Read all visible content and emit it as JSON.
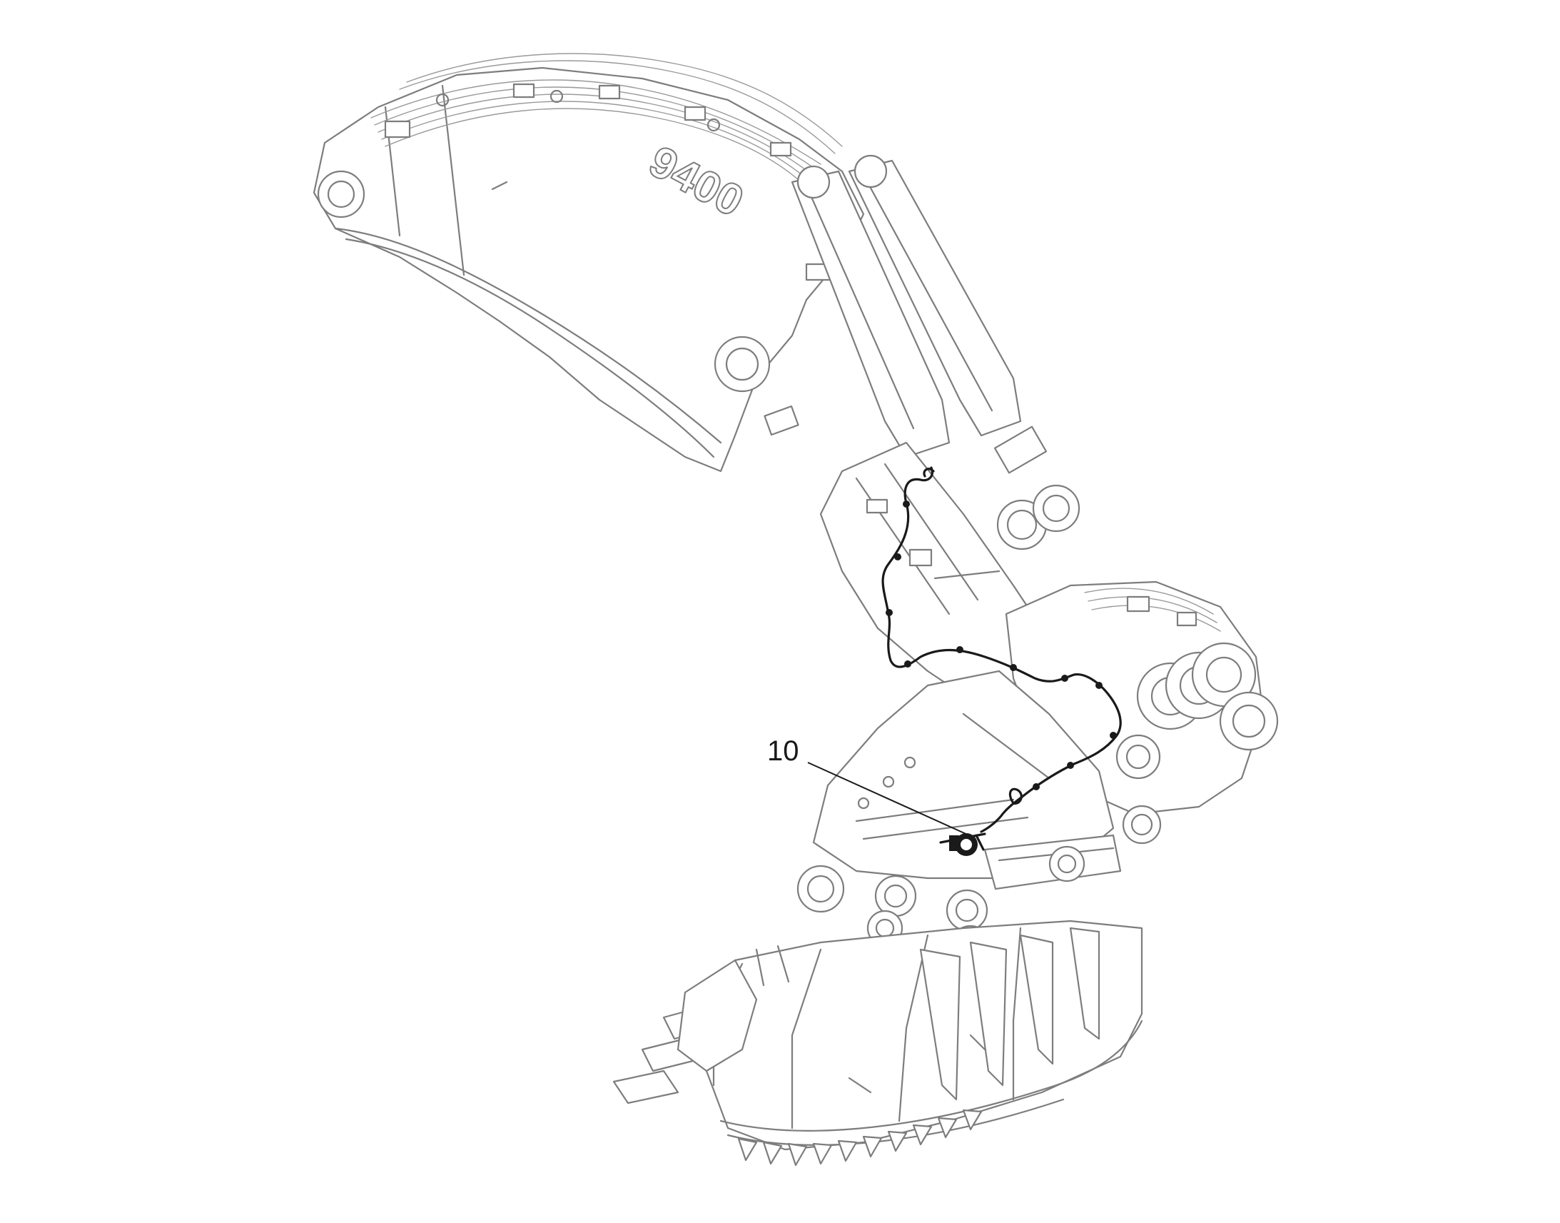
{
  "diagram": {
    "model_marking": "9400",
    "callouts": [
      {
        "label": "10",
        "target": "electrical-harness-connector"
      }
    ]
  },
  "colors": {
    "line_art": "#7d7d7d",
    "highlight": "#1a1a1a",
    "background": "#ffffff"
  }
}
